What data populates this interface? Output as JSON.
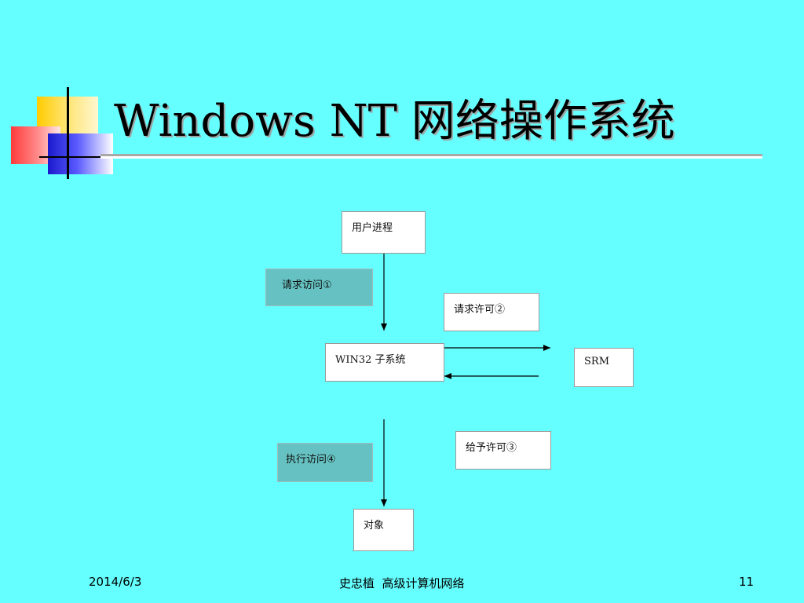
{
  "slide": {
    "title": "Windows NT 网络操作系统",
    "background_color": "#66ffff"
  },
  "diagram": {
    "nodes": {
      "user_process": "用户进程",
      "request_access": "请求访问①",
      "request_permission": "请求许可②",
      "win32_subsystem": "WIN32 子系统",
      "srm": "SRM",
      "grant_permission": "给予许可③",
      "execute_access": "执行访问④",
      "object": "对象"
    }
  },
  "footer": {
    "date": "2014/6/3",
    "author_course": "史忠植  高级计算机网络",
    "page_number": "11"
  }
}
